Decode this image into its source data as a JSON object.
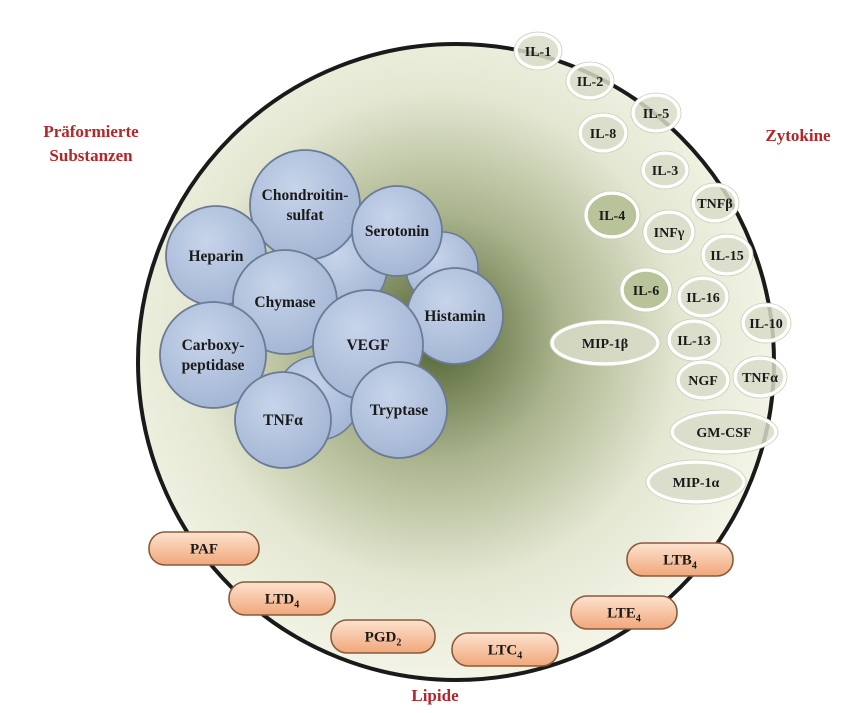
{
  "headings": {
    "preformed_line1": "Präformierte",
    "preformed_line2": "Substanzen",
    "cytokines": "Zytokine",
    "lipids": "Lipide"
  },
  "granules": [
    {
      "id": "chondroitin",
      "lines": [
        "Chondroitin-",
        "sulfat"
      ]
    },
    {
      "id": "serotonin",
      "lines": [
        "Serotonin"
      ]
    },
    {
      "id": "heparin",
      "lines": [
        "Heparin"
      ]
    },
    {
      "id": "chymase",
      "lines": [
        "Chymase"
      ]
    },
    {
      "id": "histamin",
      "lines": [
        "Histamin"
      ]
    },
    {
      "id": "carboxypeptidase",
      "lines": [
        "Carboxy-",
        "peptidase"
      ]
    },
    {
      "id": "vegf",
      "lines": [
        "VEGF"
      ]
    },
    {
      "id": "tnfa-granule",
      "lines": [
        "TNFα"
      ]
    },
    {
      "id": "tryptase",
      "lines": [
        "Tryptase"
      ]
    }
  ],
  "cytokines": [
    {
      "id": "il-1",
      "label": "IL-1"
    },
    {
      "id": "il-2",
      "label": "IL-2"
    },
    {
      "id": "il-5",
      "label": "IL-5"
    },
    {
      "id": "il-8",
      "label": "IL-8"
    },
    {
      "id": "il-3",
      "label": "IL-3"
    },
    {
      "id": "tnfb",
      "label": "TNFβ"
    },
    {
      "id": "il-4",
      "label": "IL-4"
    },
    {
      "id": "infg",
      "label": "INFγ"
    },
    {
      "id": "il-15",
      "label": "IL-15"
    },
    {
      "id": "il-6",
      "label": "IL-6"
    },
    {
      "id": "il-16",
      "label": "IL-16"
    },
    {
      "id": "il-10",
      "label": "IL-10"
    },
    {
      "id": "mip-1b",
      "label": "MIP-1β"
    },
    {
      "id": "il-13",
      "label": "IL-13"
    },
    {
      "id": "ngf",
      "label": "NGF"
    },
    {
      "id": "tnfa",
      "label": "TNFα"
    },
    {
      "id": "gm-csf",
      "label": "GM-CSF"
    },
    {
      "id": "mip-1a",
      "label": "MIP-1α"
    }
  ],
  "lipids": [
    {
      "id": "paf",
      "base": "PAF",
      "sub": ""
    },
    {
      "id": "ltd4",
      "base": "LTD",
      "sub": "4"
    },
    {
      "id": "pgd2",
      "base": "PGD",
      "sub": "2"
    },
    {
      "id": "ltc4",
      "base": "LTC",
      "sub": "4"
    },
    {
      "id": "lte4",
      "base": "LTE",
      "sub": "4"
    },
    {
      "id": "ltb4",
      "base": "LTB",
      "sub": "4"
    }
  ],
  "colors": {
    "heading": "#b3262a",
    "granule_fill": "#aebfdb",
    "granule_stroke": "#6b7b94",
    "cytokine_fill": "#d8dcc8",
    "cytokine_stroke": "#ffffff",
    "lipid_fill_top": "#fde3cf",
    "lipid_fill_bottom": "#f0a77a",
    "lipid_stroke": "#8a5a3c",
    "cell_center": "#4f6130",
    "cell_edge": "#f4f5e8"
  }
}
